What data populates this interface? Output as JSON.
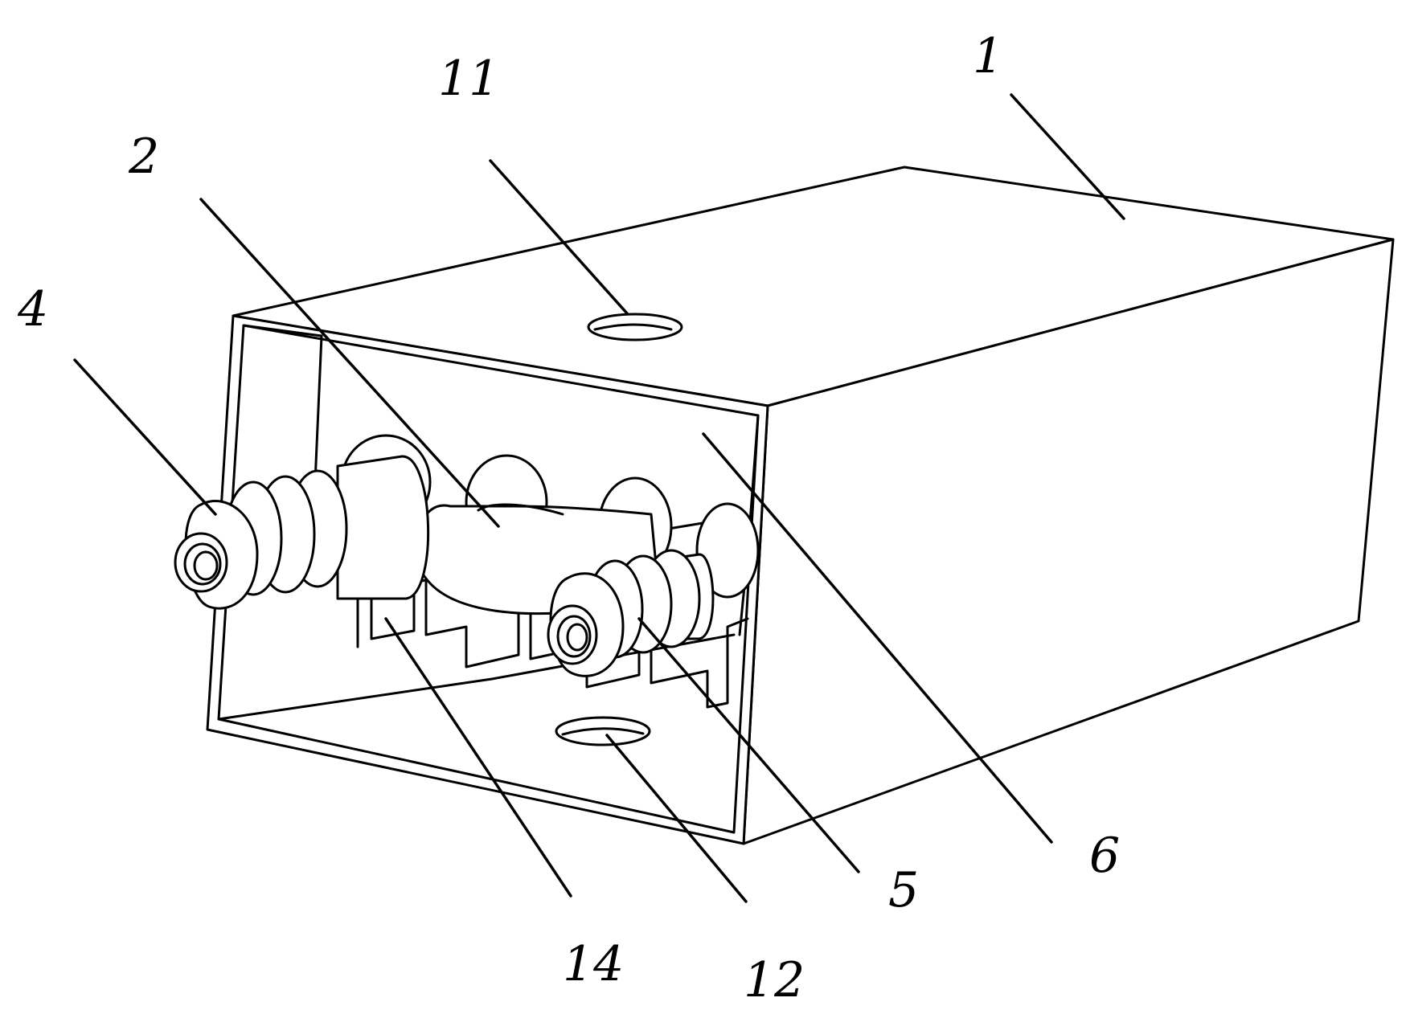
{
  "labels": {
    "l1": "1",
    "l2": "2",
    "l4": "4",
    "l5": "5",
    "l6": "6",
    "l11": "11",
    "l12": "12",
    "l14": "14"
  }
}
